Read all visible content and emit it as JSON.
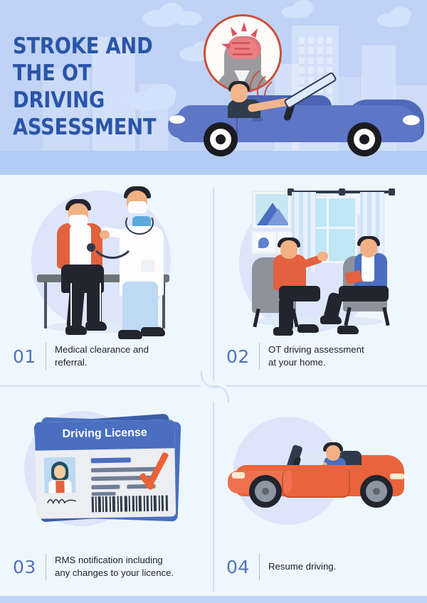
{
  "poster": {
    "title": "STROKE AND\nTHE OT DRIVING\nASSESSMENT",
    "colors": {
      "header_bg": "#c0d3f6",
      "title_blue": "#2a55a8",
      "panel_bg": "#eef7fd",
      "blob_lavender": "#dde5fa",
      "step_number_blue": "#5572b8",
      "accent_orange": "#e9643c",
      "card_blue": "#4a6fc0",
      "divider": "#cfdff5",
      "footer_bar": "#c0d3f6"
    }
  },
  "header": {
    "illustration_names": {
      "thought_bubble": "stroke-brain-thought-bubble",
      "car": "blue-convertible-with-driver",
      "skyline": "city-skyline-background",
      "clouds": "cloud-shapes"
    }
  },
  "steps": [
    {
      "number": "01",
      "text": "Medical clearance and\nreferral.",
      "art": "doctor-examining-patient-illustration"
    },
    {
      "number": "02",
      "text": "OT driving assessment\nat your home.",
      "art": "home-assessment-interview-illustration"
    },
    {
      "number": "03",
      "text": "RMS notification including\nany changes to your licence.",
      "art": "driving-license-card-illustration"
    },
    {
      "number": "04",
      "text": "Resume driving.",
      "art": "orange-convertible-illustration"
    }
  ],
  "license_card": {
    "title": "Driving License"
  }
}
